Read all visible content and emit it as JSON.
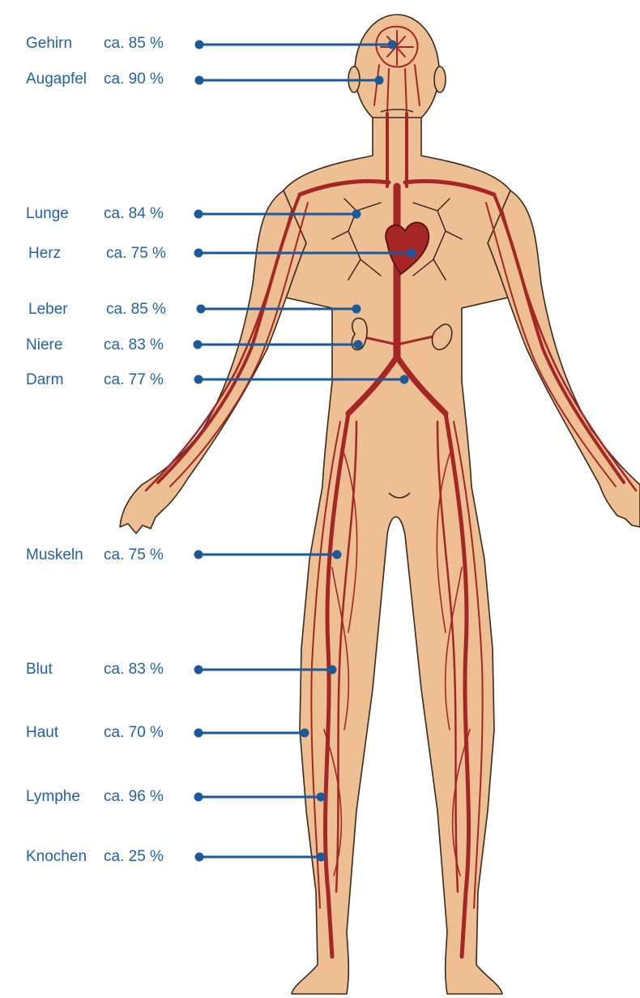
{
  "colors": {
    "label_text": "#1f63a6",
    "leader_line": "#1a5a9a",
    "skin": "#edbf92",
    "skin_outline": "#3a2a1c",
    "vessel": "#a52624",
    "vessel_dark": "#5e1614"
  },
  "items": [
    {
      "organ": "Gehirn",
      "value": "ca. 85 %"
    },
    {
      "organ": "Augapfel",
      "value": "ca. 90 %"
    },
    {
      "organ": "Lunge",
      "value": "ca. 84 %"
    },
    {
      "organ": "Herz",
      "value": "ca. 75 %"
    },
    {
      "organ": "Leber",
      "value": "ca. 85 %"
    },
    {
      "organ": "Niere",
      "value": "ca. 83 %"
    },
    {
      "organ": "Darm",
      "value": "ca. 77 %"
    },
    {
      "organ": "Muskeln",
      "value": "ca. 75 %"
    },
    {
      "organ": "Blut",
      "value": "ca. 83 %"
    },
    {
      "organ": "Haut",
      "value": "ca. 70 %"
    },
    {
      "organ": "Lymphe",
      "value": "ca. 96 %"
    },
    {
      "organ": "Knochen",
      "value": "ca. 25 %"
    }
  ]
}
